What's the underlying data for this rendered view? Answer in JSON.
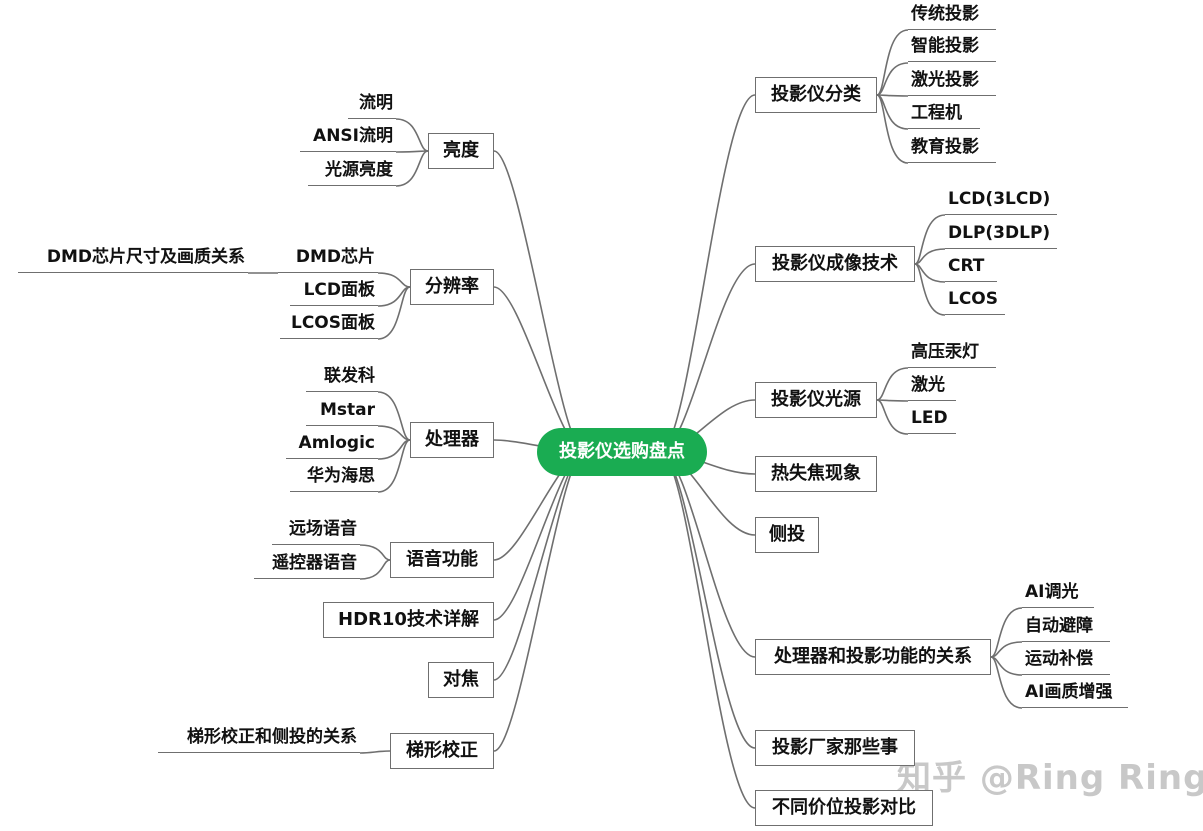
{
  "root": "投影仪选购盘点",
  "watermark": "知乎 @Ring Ring",
  "colors": {
    "root_fill": "#1aac52",
    "root_text": "#ffffff",
    "line": "#6f6f6f",
    "watermark": "#c8c8c8"
  },
  "right": [
    {
      "label": "投影仪分类",
      "children": [
        "传统投影",
        "智能投影",
        "激光投影",
        "工程机",
        "教育投影"
      ]
    },
    {
      "label": "投影仪成像技术",
      "children": [
        "LCD(3LCD)",
        "DLP(3DLP)",
        "CRT",
        "LCOS"
      ]
    },
    {
      "label": "投影仪光源",
      "children": [
        "高压汞灯",
        "激光",
        "LED"
      ]
    },
    {
      "label": "热失焦现象",
      "children": []
    },
    {
      "label": "侧投",
      "children": []
    },
    {
      "label": "处理器和投影功能的关系",
      "children": [
        "AI调光",
        "自动避障",
        "运动补偿",
        "AI画质增强"
      ]
    },
    {
      "label": "投影厂家那些事",
      "children": []
    },
    {
      "label": "不同价位投影对比",
      "children": []
    }
  ],
  "left": [
    {
      "label": "亮度",
      "children": [
        "流明",
        "ANSI流明",
        "光源亮度"
      ]
    },
    {
      "label": "分辨率",
      "children": [
        {
          "label": "DMD芯片",
          "children": [
            "DMD芯片尺寸及画质关系"
          ]
        },
        {
          "label": "LCD面板",
          "children": []
        },
        {
          "label": "LCOS面板",
          "children": []
        }
      ]
    },
    {
      "label": "处理器",
      "children": [
        "联发科",
        "Mstar",
        "Amlogic",
        "华为海思"
      ]
    },
    {
      "label": "语音功能",
      "children": [
        "远场语音",
        "遥控器语音"
      ]
    },
    {
      "label": "HDR10技术详解",
      "children": []
    },
    {
      "label": "对焦",
      "children": []
    },
    {
      "label": "梯形校正",
      "children": [
        "梯形校正和侧投的关系"
      ]
    }
  ]
}
